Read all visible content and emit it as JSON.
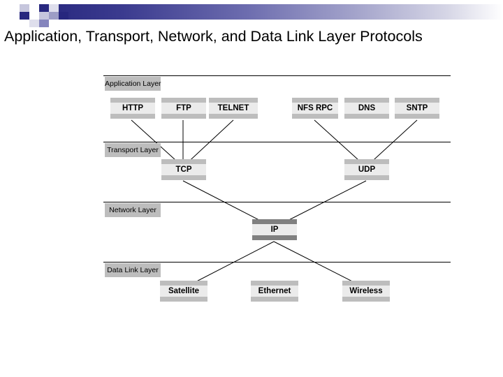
{
  "slide": {
    "title": "Application, Transport, Network, and Data Link Layer Protocols"
  },
  "header": {
    "decoration_name": "powerpoint-title-bar-decoration",
    "colors": {
      "dark_blue": "#27277e",
      "mid_blue": "#8585bd",
      "light_blue": "#c6c6dd",
      "pale_blue": "#dedeec"
    }
  },
  "diagram": {
    "type": "layered-protocol-stack",
    "colors": {
      "layer_label_fill": "#bdbdbd",
      "box_fill": "#ebebeb",
      "box_band": "#bdbdbd",
      "box_band_dark": "#808080",
      "line": "#000000"
    },
    "layers": [
      {
        "id": "application",
        "label": "Application Layer",
        "boxes": [
          {
            "id": "http",
            "label": "HTTP"
          },
          {
            "id": "ftp",
            "label": "FTP"
          },
          {
            "id": "telnet",
            "label": "TELNET"
          },
          {
            "id": "nfs-rpc",
            "label": "NFS RPC"
          },
          {
            "id": "dns",
            "label": "DNS"
          },
          {
            "id": "sntp",
            "label": "SNTP"
          }
        ]
      },
      {
        "id": "transport",
        "label": "Transport Layer",
        "boxes": [
          {
            "id": "tcp",
            "label": "TCP"
          },
          {
            "id": "udp",
            "label": "UDP"
          }
        ]
      },
      {
        "id": "network",
        "label": "Network Layer",
        "boxes": [
          {
            "id": "ip",
            "label": "IP"
          }
        ]
      },
      {
        "id": "datalink",
        "label": "Data Link Layer",
        "boxes": [
          {
            "id": "satellite",
            "label": "Satellite"
          },
          {
            "id": "ethernet",
            "label": "Ethernet"
          },
          {
            "id": "wireless",
            "label": "Wireless"
          }
        ]
      }
    ],
    "connections": [
      {
        "from": "http",
        "to": "tcp"
      },
      {
        "from": "ftp",
        "to": "tcp"
      },
      {
        "from": "telnet",
        "to": "tcp"
      },
      {
        "from": "nfs-rpc",
        "to": "udp"
      },
      {
        "from": "sntp",
        "to": "udp"
      },
      {
        "from": "tcp",
        "to": "ip"
      },
      {
        "from": "udp",
        "to": "ip"
      },
      {
        "from": "ip",
        "to": "satellite"
      },
      {
        "from": "ip",
        "to": "wireless"
      }
    ]
  }
}
